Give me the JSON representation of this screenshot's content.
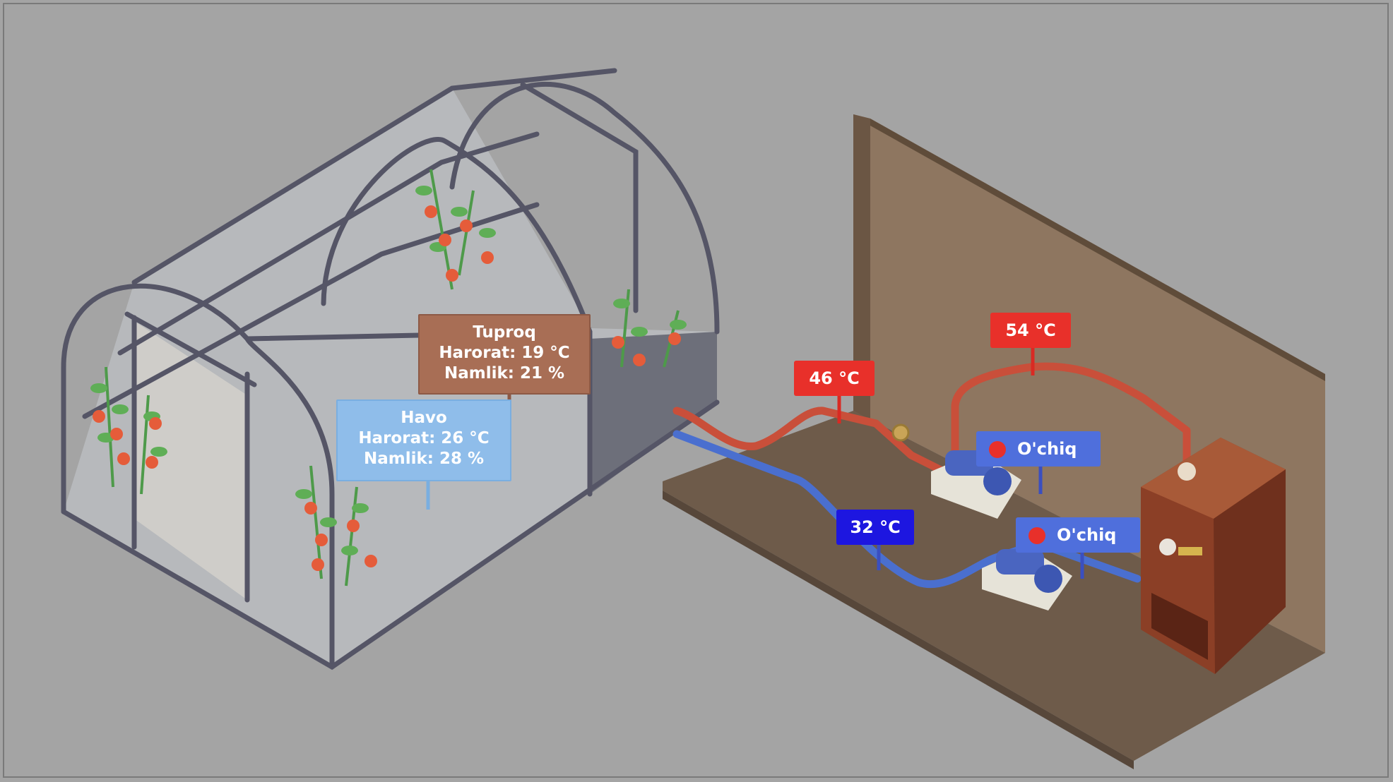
{
  "soil": {
    "title": "Tuproq",
    "temperature": "Harorat: 19 °C",
    "humidity": "Namlik: 21 %"
  },
  "air": {
    "title": "Havo",
    "temperature": "Harorat: 26 °C",
    "humidity": "Namlik: 28 %"
  },
  "pipes": {
    "pipe_46": "46 °C",
    "pipe_54": "54 °C",
    "pipe_32": "32 °C"
  },
  "pumps": {
    "pump_1_status": "O'chiq",
    "pump_2_status": "O'chiq"
  },
  "colors": {
    "hot": "#e8302a",
    "cold": "#1d16e0",
    "status_badge": "#4f6fdc",
    "soil_badge": "#a86e55",
    "air_badge": "#8fbdea"
  }
}
